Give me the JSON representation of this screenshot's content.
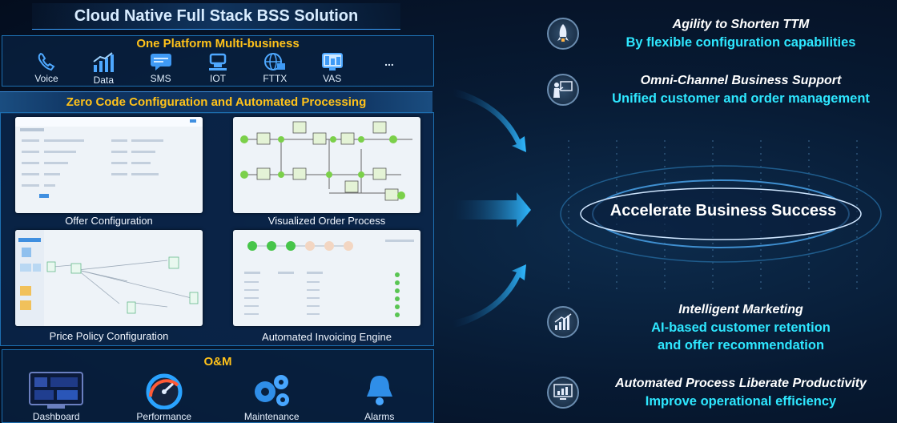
{
  "title": "Cloud Native Full Stack BSS Solution",
  "multi_business": {
    "title": "One Platform Multi-business",
    "items": [
      {
        "label": "Voice",
        "icon": "phone-icon"
      },
      {
        "label": "Data",
        "icon": "bar-chart-icon"
      },
      {
        "label": "SMS",
        "icon": "sms-icon"
      },
      {
        "label": "IOT",
        "icon": "iot-device-icon"
      },
      {
        "label": "FTTX",
        "icon": "globe-icon"
      },
      {
        "label": "VAS",
        "icon": "vas-screen-icon"
      },
      {
        "label": "...",
        "icon": "more-icon"
      }
    ]
  },
  "zero_code": {
    "title": "Zero Code Configuration and Automated Processing",
    "cards": [
      {
        "label": "Offer Configuration"
      },
      {
        "label": "Visualized Order Process"
      },
      {
        "label": "Price Policy Configuration"
      },
      {
        "label": "Automated Invoicing Engine"
      }
    ]
  },
  "om": {
    "title": "O&M",
    "items": [
      {
        "label": "Dashboard",
        "icon": "dashboard-icon"
      },
      {
        "label": "Performance",
        "icon": "gauge-icon"
      },
      {
        "label": "Maintenance",
        "icon": "gears-icon"
      },
      {
        "label": "Alarms",
        "icon": "bell-icon"
      }
    ]
  },
  "benefits": [
    {
      "title": "Agility to Shorten TTM",
      "subtitle": "By flexible configuration capabilities",
      "icon": "rocket-icon"
    },
    {
      "title": "Omni-Channel Business Support",
      "subtitle": "Unified customer and order management",
      "icon": "presenter-icon"
    },
    {
      "title": "Intelligent Marketing",
      "subtitle": "AI-based customer retention",
      "subtitle2": "and offer recommendation",
      "icon": "growth-chart-icon"
    },
    {
      "title": "Automated Process Liberate Productivity",
      "subtitle": "Improve operational efficiency",
      "icon": "monitor-chart-icon"
    }
  ],
  "center_message": "Accelerate Business Success",
  "colors": {
    "accent_gold": "#ffc21a",
    "accent_cyan": "#2ee7ff",
    "border_blue": "#1d6fb0"
  }
}
